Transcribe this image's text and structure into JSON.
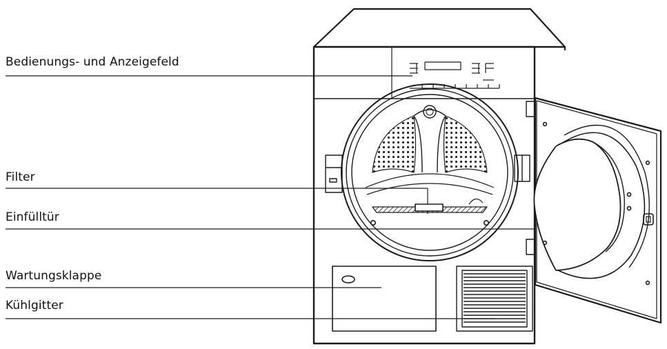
{
  "labels": {
    "control_panel": "Bedienungs- und Anzeigefeld",
    "filter": "Filter",
    "door": "Einfülltür",
    "service_flap": "Wartungsklappe",
    "cooling_grille": "Kühlgitter"
  },
  "colors": {
    "line": "#1a1a1a",
    "background": "#ffffff"
  },
  "icons": [
    "washing-dryer-illustration"
  ]
}
